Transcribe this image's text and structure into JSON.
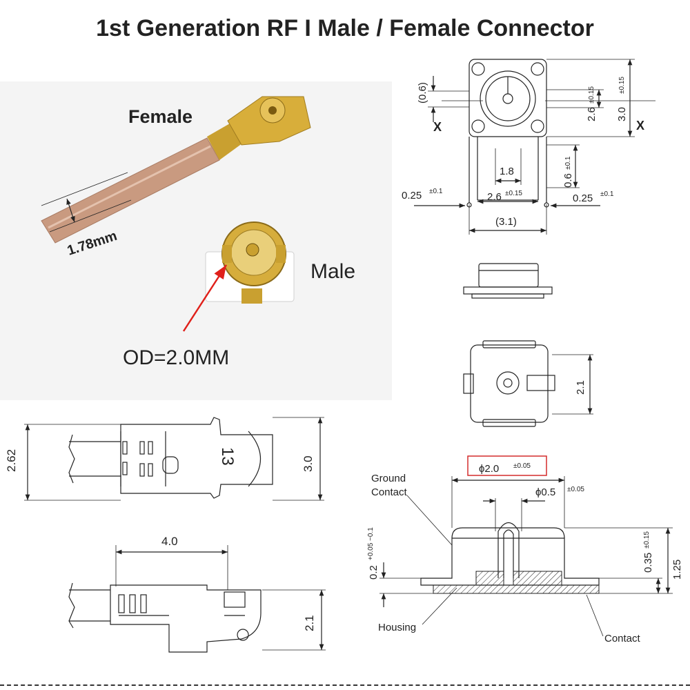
{
  "title": "1st Generation RF I Male / Female Connector",
  "photo": {
    "female_label": "Female",
    "male_label": "Male",
    "cable_dim": "1.78mm",
    "od_label": "OD=2.0MM"
  },
  "top_view": {
    "d_06": "(0.6)",
    "d_26": "2.6",
    "d_26_tol": "±0.15",
    "d_30": "3.0",
    "d_30_tol": "±0.15",
    "x_left": "X",
    "x_right": "X",
    "d_18": "1.8",
    "d_06b": "0.6",
    "d_06b_tol": "±0.1",
    "d_025_left": "0.25",
    "d_025_left_tol": "±0.1",
    "d_26b": "2.6",
    "d_26b_tol": "±0.15",
    "d_025_right": "0.25",
    "d_025_right_tol": "±0.1",
    "d_31": "(3.1)"
  },
  "bottom_view": {
    "d_21": "2.1"
  },
  "female_plan": {
    "d_262": "2.62",
    "d_30": "3.0",
    "marking": "13"
  },
  "female_side": {
    "d_40": "4.0",
    "d_21": "2.1"
  },
  "section": {
    "phi20": "ϕ2.0",
    "phi20_tol": "±0.05",
    "phi05": "ϕ0.5",
    "phi05_tol": "±0.05",
    "ground_contact_1": "Ground",
    "ground_contact_2": "Contact",
    "d_02": "0.2",
    "d_02_tol": "+0.05 −0.1",
    "d_035": "0.35",
    "d_035_tol": "±0.15",
    "d_125": "1.25",
    "housing": "Housing",
    "contact": "Contact"
  },
  "colors": {
    "highlight_box": "#d42b2b",
    "arrow": "#e0201a",
    "gold": "#c9a030",
    "cable": "#c99a80"
  }
}
